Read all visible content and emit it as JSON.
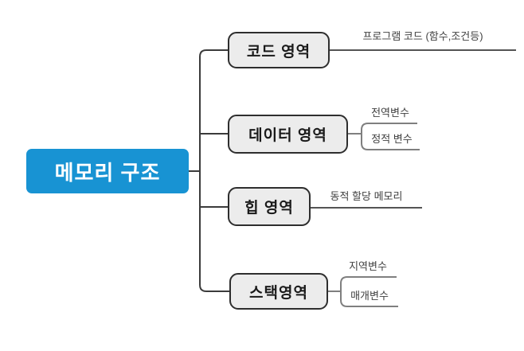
{
  "root": {
    "label": "메모리 구조"
  },
  "branches": [
    {
      "label": "코드 영역",
      "children": [
        {
          "label": "프로그램 코드 (함수,조건등)"
        }
      ]
    },
    {
      "label": "데이터 영역",
      "children": [
        {
          "label": "전역변수"
        },
        {
          "label": "정적 변수"
        }
      ]
    },
    {
      "label": "힙 영역",
      "children": [
        {
          "label": "동적 할당 메모리"
        }
      ]
    },
    {
      "label": "스택영역",
      "children": [
        {
          "label": "지역변수"
        },
        {
          "label": "매개변수"
        }
      ]
    }
  ],
  "colors": {
    "background": "#ffffff",
    "root_bg": "#1893d3",
    "root_text": "#ffffff",
    "branch_bg": "#ececec",
    "branch_border": "#2e2e2e",
    "branch_text": "#1a1a1a",
    "connector": "#3b3b3b",
    "child_line": "#7f7f7f",
    "leaf_text": "#3f3f3f"
  }
}
